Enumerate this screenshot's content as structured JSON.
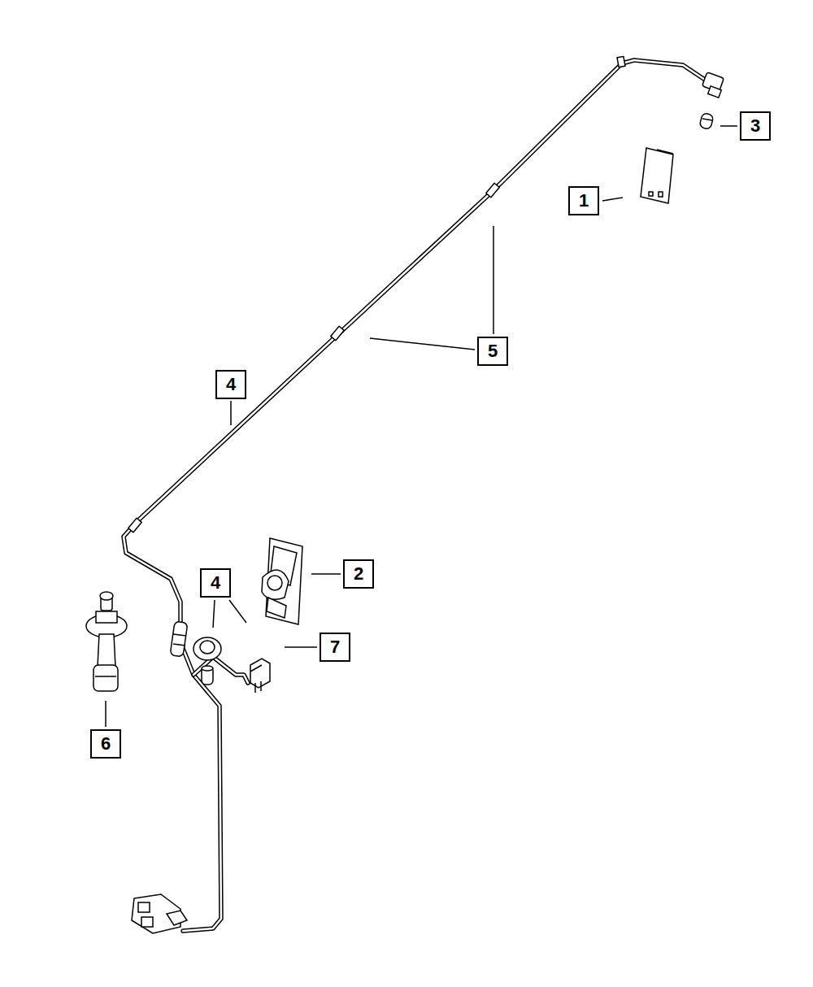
{
  "diagram": {
    "labels": [
      "3",
      "1",
      "5",
      "4",
      "2",
      "4",
      "7",
      "6"
    ]
  }
}
